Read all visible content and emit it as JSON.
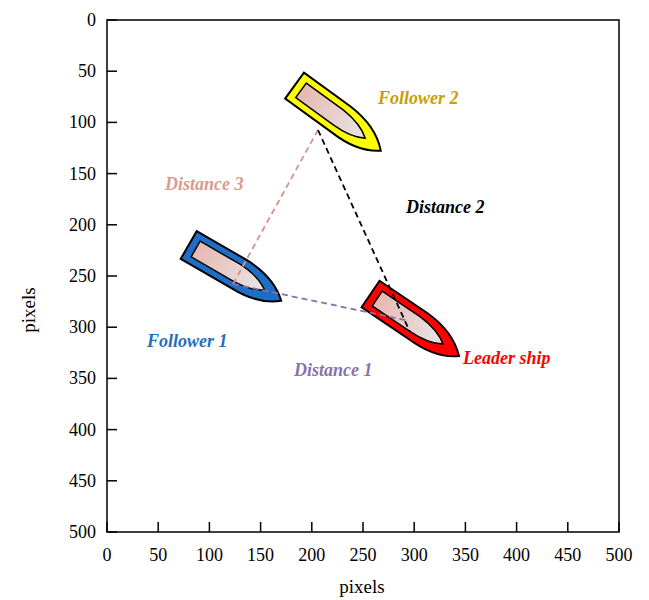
{
  "diagram": {
    "labels": [
      "0",
      "50",
      "100",
      "150",
      "200",
      "250",
      "300",
      "350",
      "400",
      "450",
      "500",
      "0",
      "50",
      "100",
      "150",
      "200",
      "250",
      "300",
      "350",
      "400",
      "450",
      "500",
      "pixels",
      "pixels",
      "Follower 2",
      "Distance 3",
      "Distance 2",
      "Follower 1",
      "Distance 1",
      "Leader ship"
    ]
  }
}
